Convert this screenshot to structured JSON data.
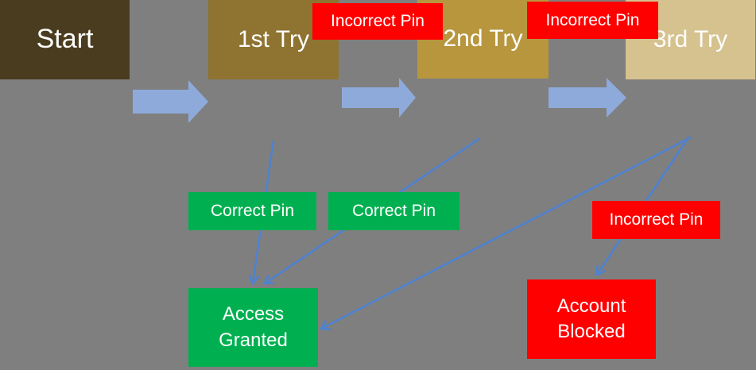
{
  "diagram": {
    "type": "flowchart",
    "background_color": "#7f7f7f",
    "text_color": "#ffffff",
    "nodes": {
      "start": {
        "label": "Start",
        "color": "#4a3c1e"
      },
      "try1": {
        "label": "1st Try",
        "color": "#8e7331"
      },
      "try2": {
        "label": "2nd Try",
        "color": "#b8963e"
      },
      "try3": {
        "label": "3rd Try",
        "color": "#d6c28f"
      },
      "access_granted": {
        "label": "Access Granted",
        "color": "#00b050"
      },
      "account_blocked": {
        "label": "Account Blocked",
        "color": "#ff0000"
      }
    },
    "edge_labels": {
      "incorrect_pin_top_1": {
        "label": "Incorrect Pin",
        "color": "#ff0000"
      },
      "incorrect_pin_top_2": {
        "label": "Incorrect Pin",
        "color": "#ff0000"
      },
      "correct_pin_1": {
        "label": "Correct Pin",
        "color": "#00b050"
      },
      "correct_pin_2": {
        "label": "Correct Pin",
        "color": "#00b050"
      },
      "incorrect_pin_right": {
        "label": "Incorrect Pin",
        "color": "#ff0000"
      }
    },
    "edges": [
      {
        "from": "Start",
        "to": "1st Try",
        "type": "block-arrow"
      },
      {
        "from": "1st Try",
        "to": "2nd Try",
        "type": "block-arrow",
        "label": "Incorrect Pin"
      },
      {
        "from": "2nd Try",
        "to": "3rd Try",
        "type": "block-arrow",
        "label": "Incorrect Pin"
      },
      {
        "from": "1st Try",
        "to": "Access Granted",
        "type": "line",
        "label": "Correct Pin"
      },
      {
        "from": "2nd Try",
        "to": "Access Granted",
        "type": "line",
        "label": "Correct Pin"
      },
      {
        "from": "3rd Try",
        "to": "Access Granted",
        "type": "line"
      },
      {
        "from": "3rd Try",
        "to": "Account Blocked",
        "type": "line",
        "label": "Incorrect Pin"
      }
    ],
    "arrow_colors": {
      "block_arrow": "#8eaadb",
      "connector_line": "#4e82d0"
    }
  }
}
